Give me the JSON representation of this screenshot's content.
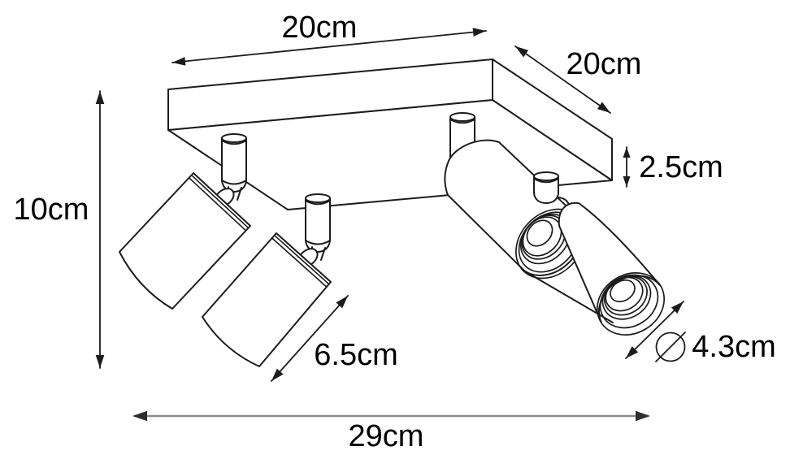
{
  "diagram": {
    "type": "product-dimension-drawing",
    "labels": {
      "plate_width": "20cm",
      "plate_depth": "20cm",
      "fixture_height": "10cm",
      "plate_thickness": "2.5cm",
      "spot_length": "6.5cm",
      "spot_diameter": "4.3cm",
      "overall_width": "29cm"
    },
    "icons": {
      "diameter_symbol": "⌀"
    },
    "colors": {
      "background": "#ffffff",
      "line": "#1c1c1c",
      "label_text": "#000000",
      "overall_width_line": "#8a8a8a",
      "overall_width_arrowhead": "#2f2f2f"
    }
  }
}
